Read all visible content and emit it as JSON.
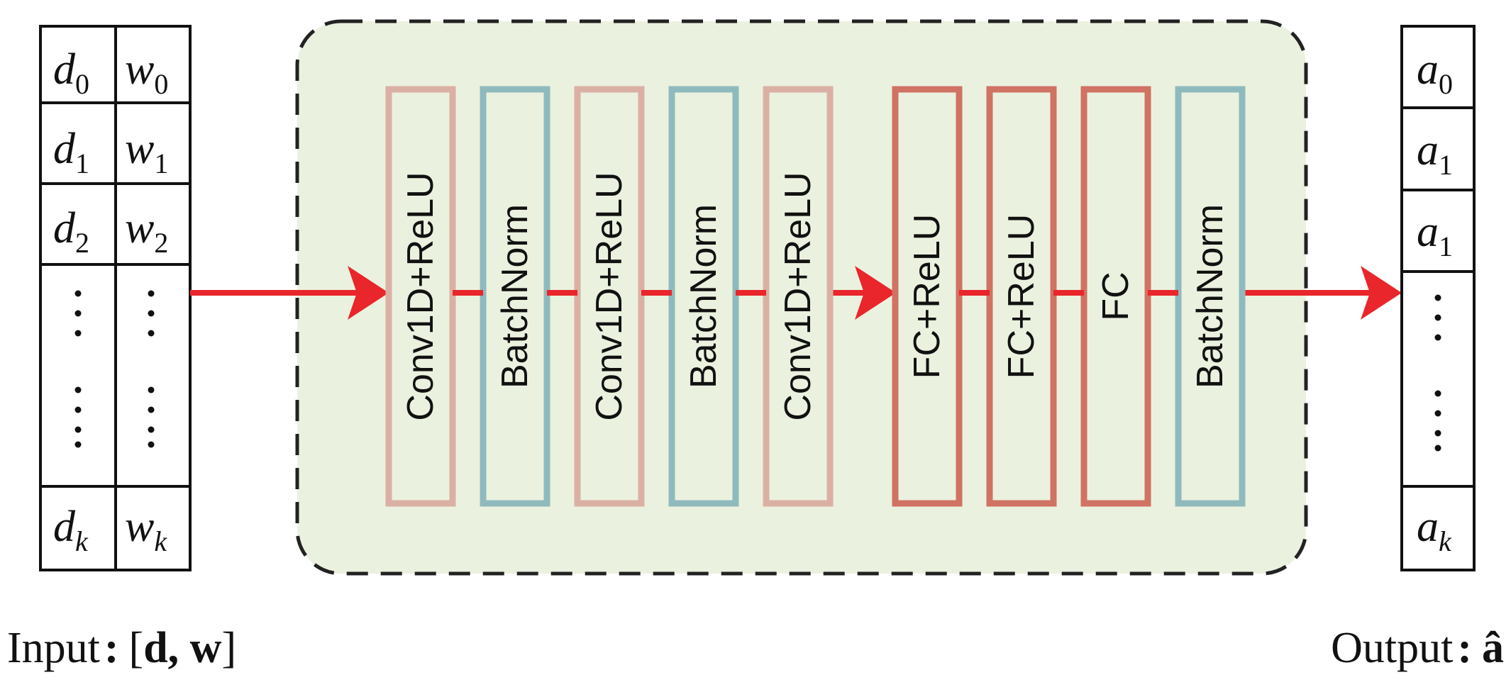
{
  "input": {
    "cells": [
      {
        "d_base": "d",
        "d_sub": "0",
        "w_base": "w",
        "w_sub": "0"
      },
      {
        "d_base": "d",
        "d_sub": "1",
        "w_base": "w",
        "w_sub": "1"
      },
      {
        "d_base": "d",
        "d_sub": "2",
        "w_base": "w",
        "w_sub": "2"
      },
      {
        "d_base": "d",
        "d_sub": "k",
        "w_base": "w",
        "w_sub": "k"
      }
    ],
    "label_prefix": "Input",
    "label_colon": ":",
    "label_open": "[",
    "label_vars": "d, w",
    "label_close": "]"
  },
  "layers": [
    {
      "label": "Conv1D+ReLU",
      "kind": "conv"
    },
    {
      "label": "BatchNorm",
      "kind": "norm"
    },
    {
      "label": "Conv1D+ReLU",
      "kind": "conv"
    },
    {
      "label": "BatchNorm",
      "kind": "norm"
    },
    {
      "label": "Conv1D+ReLU",
      "kind": "conv"
    },
    {
      "label": "FC+ReLU",
      "kind": "fc"
    },
    {
      "label": "FC+ReLU",
      "kind": "fc"
    },
    {
      "label": "FC",
      "kind": "fc"
    },
    {
      "label": "BatchNorm",
      "kind": "norm"
    }
  ],
  "output": {
    "cells": [
      {
        "base": "a",
        "sub": "0"
      },
      {
        "base": "a",
        "sub": "1"
      },
      {
        "base": "a",
        "sub": "1"
      },
      {
        "base": "a",
        "sub": "k"
      }
    ],
    "label_prefix": "Output",
    "label_colon": ":",
    "label_var": "â"
  },
  "colors": {
    "conv_border": "#dbb0a4",
    "norm_border": "#8fbabd",
    "fc_border": "#d07264",
    "arrow": "#e8262b",
    "panel_fill": "#ebf1df",
    "panel_border": "#222222",
    "ink": "#111111"
  }
}
